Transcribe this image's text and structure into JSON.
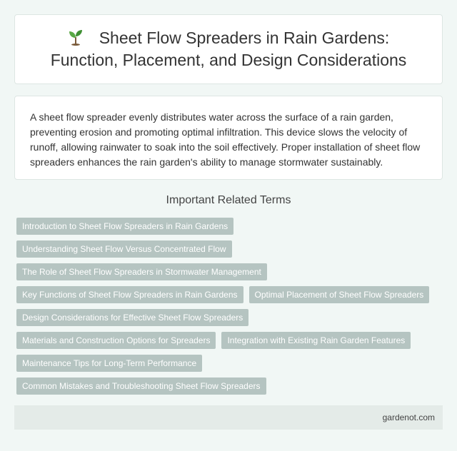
{
  "header": {
    "title_line1": "Sheet Flow Spreaders in Rain Gardens:",
    "title_line2": "Function, Placement, and Design Considerations",
    "icon": "seedling-icon"
  },
  "summary": {
    "text": "A sheet flow spreader evenly distributes water across the surface of a rain garden, preventing erosion and promoting optimal infiltration. This device slows the velocity of runoff, allowing rainwater to soak into the soil effectively. Proper installation of sheet flow spreaders enhances the rain garden's ability to manage stormwater sustainably."
  },
  "related": {
    "heading": "Important Related Terms",
    "rows": [
      [
        "Introduction to Sheet Flow Spreaders in Rain Gardens"
      ],
      [
        "Understanding Sheet Flow Versus Concentrated Flow"
      ],
      [
        "The Role of Sheet Flow Spreaders in Stormwater Management"
      ],
      [
        "Key Functions of Sheet Flow Spreaders in Rain Gardens",
        "Optimal Placement of Sheet Flow Spreaders"
      ],
      [
        "Design Considerations for Effective Sheet Flow Spreaders"
      ],
      [
        "Materials and Construction Options for Spreaders",
        "Integration with Existing Rain Garden Features"
      ],
      [
        "Maintenance Tips for Long-Term Performance"
      ],
      [
        "Common Mistakes and Troubleshooting Sheet Flow Spreaders"
      ]
    ]
  },
  "footer": {
    "site": "gardenot.com"
  },
  "colors": {
    "background": "#f1f7f5",
    "term_chip": "#b5c4c1",
    "footer_bar": "#e4ebe8"
  }
}
